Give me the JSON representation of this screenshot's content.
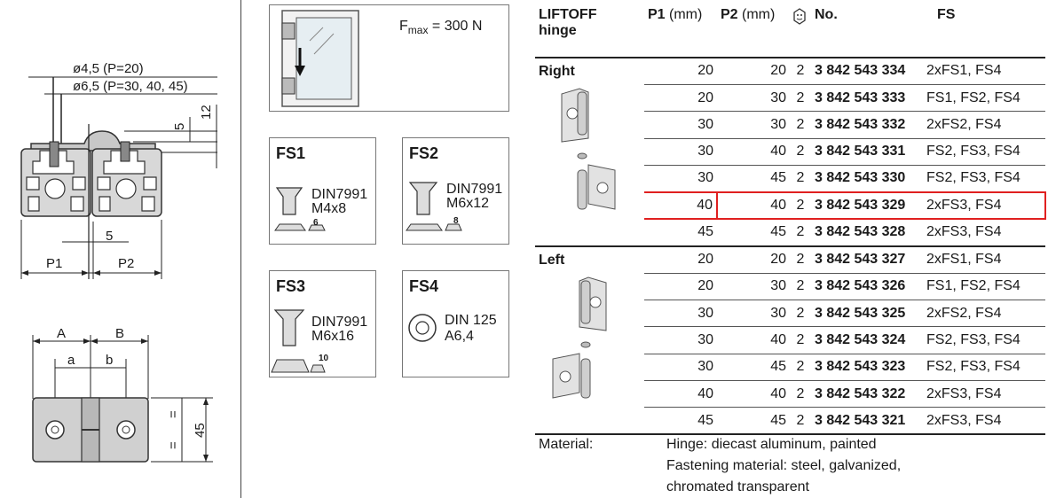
{
  "drawing": {
    "hole_small": "ø4,5 (P=20)",
    "hole_large": "ø6,5 (P=30, 40, 45)",
    "dim_5_top": "5",
    "dim_12": "12",
    "dim_5_bottom": "5",
    "dim_p1": "P1",
    "dim_p2": "P2",
    "dim_a_upper": "A",
    "dim_b_upper": "B",
    "dim_a_lower": "a",
    "dim_b_lower": "b",
    "dim_45": "45",
    "eq_sign": "="
  },
  "force_box": {
    "label_prefix": "F",
    "label_sub": "max",
    "label_value": " = 300 N"
  },
  "fasteners": [
    {
      "title": "FS1",
      "spec_line1": "DIN7991",
      "spec_line2": "M4x8",
      "nut_size": "6"
    },
    {
      "title": "FS2",
      "spec_line1": "DIN7991",
      "spec_line2": "M6x12",
      "nut_size": "8"
    },
    {
      "title": "FS3",
      "spec_line1": "DIN7991",
      "spec_line2": "M6x16",
      "nut_size": "10"
    },
    {
      "title": "FS4",
      "spec_line1": "DIN 125",
      "spec_line2": "A6,4"
    }
  ],
  "table": {
    "headers": {
      "name_line1": "LIFTOFF",
      "name_line2": "hinge",
      "p1_bold": "P1",
      "p1_unit": " (mm)",
      "p2_bold": "P2",
      "p2_unit": " (mm)",
      "qty_icon": "package-qty-icon",
      "number": "No.",
      "fs": "FS"
    },
    "groups": [
      {
        "label": "Right",
        "rows": [
          {
            "p1": "20",
            "p2": "20",
            "qty": "2",
            "number": "3 842 543 334",
            "fs": "2xFS1, FS4"
          },
          {
            "p1": "20",
            "p2": "30",
            "qty": "2",
            "number": "3 842 543 333",
            "fs": "FS1, FS2, FS4"
          },
          {
            "p1": "30",
            "p2": "30",
            "qty": "2",
            "number": "3 842 543 332",
            "fs": "2xFS2, FS4"
          },
          {
            "p1": "30",
            "p2": "40",
            "qty": "2",
            "number": "3 842 543 331",
            "fs": "FS2, FS3, FS4"
          },
          {
            "p1": "30",
            "p2": "45",
            "qty": "2",
            "number": "3 842 543 330",
            "fs": "FS2, FS3, FS4"
          },
          {
            "p1": "40",
            "p2": "40",
            "qty": "2",
            "number": "3 842 543 329",
            "fs": "2xFS3, FS4",
            "highlighted": true
          },
          {
            "p1": "45",
            "p2": "45",
            "qty": "2",
            "number": "3 842 543 328",
            "fs": "2xFS3, FS4"
          }
        ]
      },
      {
        "label": "Left",
        "rows": [
          {
            "p1": "20",
            "p2": "20",
            "qty": "2",
            "number": "3 842 543 327",
            "fs": "2xFS1, FS4"
          },
          {
            "p1": "20",
            "p2": "30",
            "qty": "2",
            "number": "3 842 543 326",
            "fs": "FS1, FS2, FS4"
          },
          {
            "p1": "30",
            "p2": "30",
            "qty": "2",
            "number": "3 842 543 325",
            "fs": "2xFS2, FS4"
          },
          {
            "p1": "30",
            "p2": "40",
            "qty": "2",
            "number": "3 842 543 324",
            "fs": "FS2, FS3, FS4"
          },
          {
            "p1": "30",
            "p2": "45",
            "qty": "2",
            "number": "3 842 543 323",
            "fs": "FS2, FS3, FS4"
          },
          {
            "p1": "40",
            "p2": "40",
            "qty": "2",
            "number": "3 842 543 322",
            "fs": "2xFS3, FS4"
          },
          {
            "p1": "45",
            "p2": "45",
            "qty": "2",
            "number": "3 842 543 321",
            "fs": "2xFS3, FS4"
          }
        ]
      }
    ]
  },
  "material": {
    "label": "Material:",
    "line1": "Hinge: diecast aluminum, painted",
    "line2": "Fastening material: steel, galvanized,",
    "line3": "chromated transparent"
  },
  "colors": {
    "highlight_border": "#e02020",
    "rule": "#222222",
    "drawing_fill": "#d8d8d8"
  }
}
